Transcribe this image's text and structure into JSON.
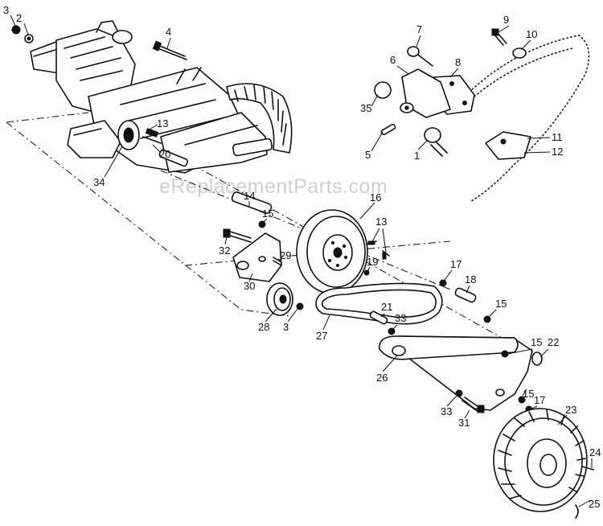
{
  "watermark": "eReplacementParts.com",
  "callouts": [
    {
      "id": "c3a",
      "text": "3"
    },
    {
      "id": "c2",
      "text": "2"
    },
    {
      "id": "c4",
      "text": "4"
    },
    {
      "id": "c7",
      "text": "7"
    },
    {
      "id": "c9",
      "text": "9"
    },
    {
      "id": "c10",
      "text": "10"
    },
    {
      "id": "c6",
      "text": "6"
    },
    {
      "id": "c8",
      "text": "8"
    },
    {
      "id": "c35",
      "text": "35"
    },
    {
      "id": "c13a",
      "text": "13"
    },
    {
      "id": "c20",
      "text": "20"
    },
    {
      "id": "c34",
      "text": "34"
    },
    {
      "id": "c5",
      "text": "5"
    },
    {
      "id": "c1",
      "text": "1"
    },
    {
      "id": "c11",
      "text": "11"
    },
    {
      "id": "c12",
      "text": "12"
    },
    {
      "id": "c14",
      "text": "14"
    },
    {
      "id": "c16",
      "text": "16"
    },
    {
      "id": "c15a",
      "text": "15"
    },
    {
      "id": "c13b",
      "text": "13"
    },
    {
      "id": "c32",
      "text": "32"
    },
    {
      "id": "c29",
      "text": "29"
    },
    {
      "id": "c19",
      "text": "19"
    },
    {
      "id": "c17a",
      "text": "17"
    },
    {
      "id": "c18",
      "text": "18"
    },
    {
      "id": "c30",
      "text": "30"
    },
    {
      "id": "c15b",
      "text": "15"
    },
    {
      "id": "c21",
      "text": "21"
    },
    {
      "id": "c33a",
      "text": "33"
    },
    {
      "id": "c28",
      "text": "28"
    },
    {
      "id": "c3b",
      "text": "3"
    },
    {
      "id": "c27",
      "text": "27"
    },
    {
      "id": "c15c",
      "text": "15"
    },
    {
      "id": "c22",
      "text": "22"
    },
    {
      "id": "c26",
      "text": "26"
    },
    {
      "id": "c15d",
      "text": "15"
    },
    {
      "id": "c17b",
      "text": "17"
    },
    {
      "id": "c23",
      "text": "23"
    },
    {
      "id": "c33b",
      "text": "33"
    },
    {
      "id": "c31",
      "text": "31"
    },
    {
      "id": "c24",
      "text": "24"
    },
    {
      "id": "c25",
      "text": "25"
    }
  ]
}
